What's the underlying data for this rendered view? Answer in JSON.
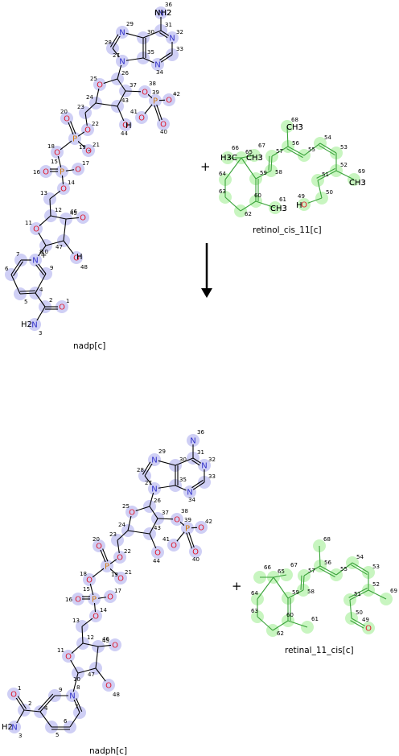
{
  "reaction": {
    "plus_sign": "+",
    "arrow": "reaction-arrow-down",
    "reactants": [
      {
        "name": "nadp[c]"
      },
      {
        "name": "retinol_cis_11[c]"
      }
    ],
    "products": [
      {
        "name": "nadph[c]"
      },
      {
        "name": "retinal_11_cis[c]"
      }
    ]
  },
  "colors": {
    "nadp_highlight": "#cfcff5",
    "retinoid_highlight": "#c8f5c0",
    "retinoid_bond": "#3aa33a",
    "nitrogen": "#3030c8",
    "oxygen": "#e0182c",
    "phosphorus": "#d07a10",
    "bond": "#000000"
  }
}
